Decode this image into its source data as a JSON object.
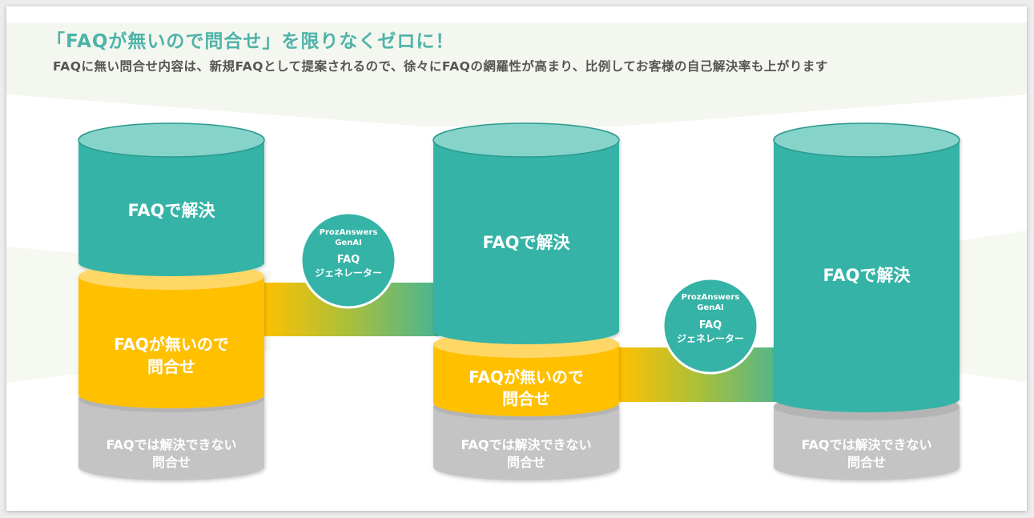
{
  "headline": "「FAQが無いので問合せ」を限りなくゼロに！",
  "subtitle": "FAQに無い問合せ内容は、新規FAQとして提案されるので、徐々にFAQの網羅性が高まり、比例してお客様の自己解決率も上がります",
  "colors": {
    "teal": "#34b3a6",
    "teal_top": "#86d3ca",
    "yellow": "#ffc000",
    "yellow_top": "#ffd766",
    "gray": "#c4c4c4",
    "gray_top": "#b4b4b4"
  },
  "labels": {
    "resolved": "FAQで解決",
    "no_faq_line1": "FAQが無いので",
    "no_faq_line2": "問合せ",
    "unresolvable_line1": "FAQでは解決できない",
    "unresolvable_line2": "問合せ"
  },
  "generator": {
    "brand_line1": "ProzAnswers",
    "brand_line2": "GenAI",
    "title_line1": "FAQ",
    "title_line2": "ジェネレーター"
  }
}
